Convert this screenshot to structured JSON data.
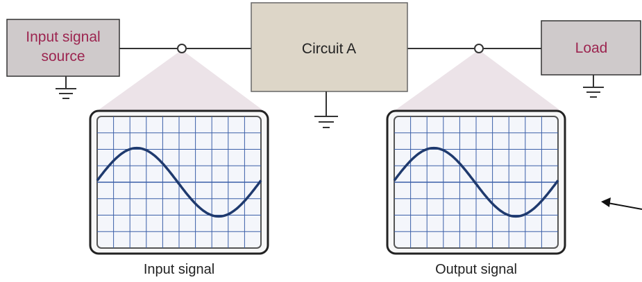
{
  "diagram": {
    "source_label_line1": "Input signal",
    "source_label_line2": "source",
    "circuit_label": "Circuit A",
    "load_label": "Load",
    "input_caption": "Input signal",
    "output_caption": "Output signal"
  },
  "colors": {
    "source_box": "#cfcacb",
    "circuit_box": "#ddd6c8",
    "load_box": "#cfcacb",
    "box_label_accent": "#9c2550",
    "circuit_label": "#222222",
    "waveform": "#1f3a6e",
    "grid": "#3a5fa8",
    "screen": "#f4f6fb",
    "beam": "#e9e0e6"
  }
}
